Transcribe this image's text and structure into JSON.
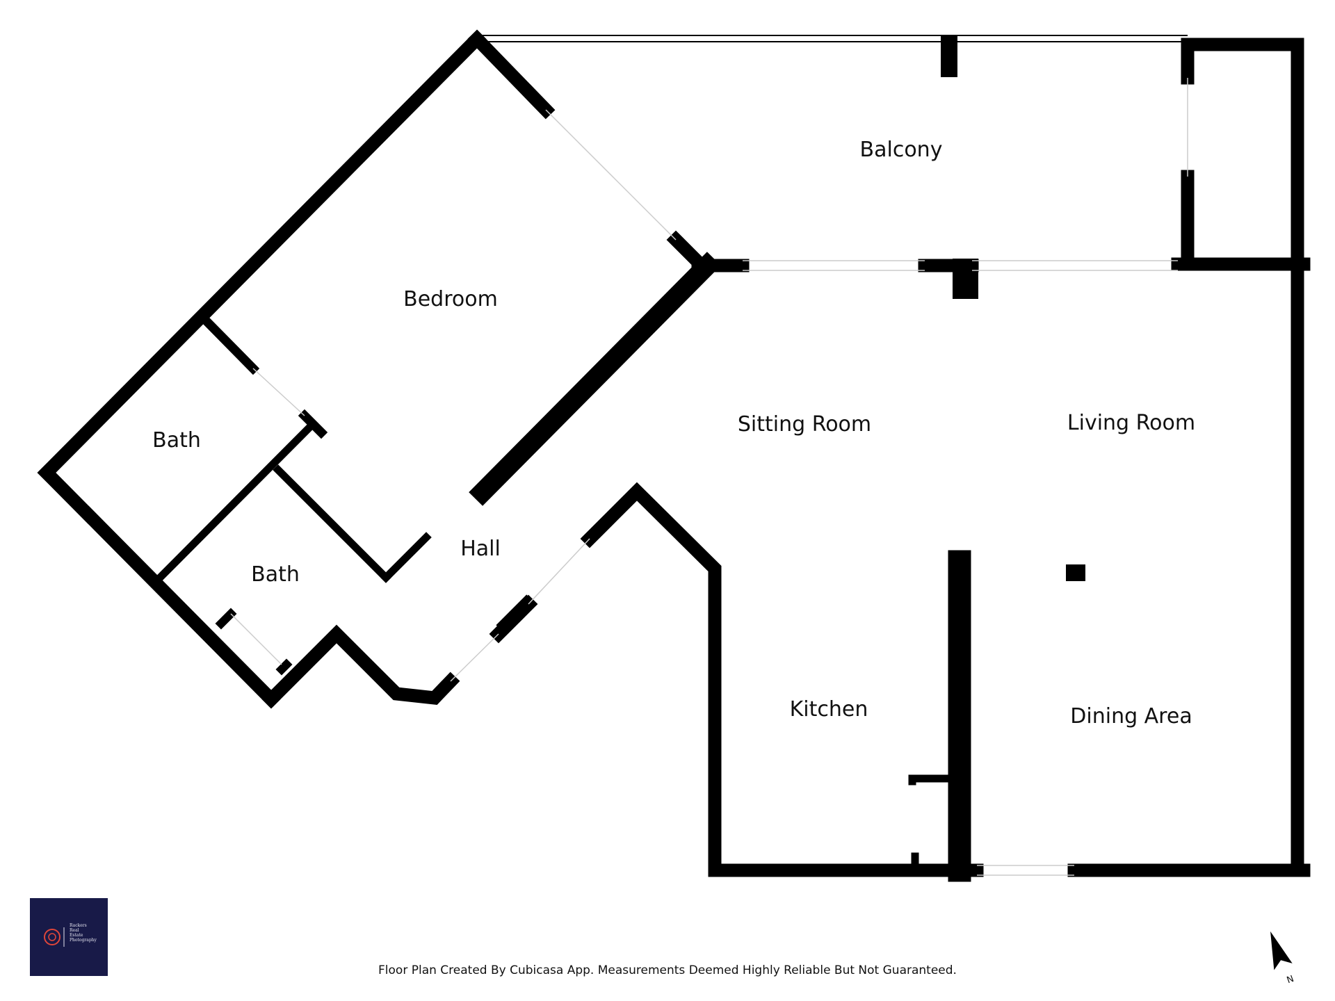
{
  "rooms": {
    "balcony": "Balcony",
    "bedroom": "Bedroom",
    "bath_1": "Bath",
    "bath_2": "Bath",
    "hall": "Hall",
    "sitting_room": "Sitting Room",
    "living_room": "Living Room",
    "kitchen": "Kitchen",
    "dining_area": "Dining Area"
  },
  "footer": {
    "disclaimer": "Floor Plan Created By Cubicasa App. Measurements Deemed Highly Reliable But Not Guaranteed."
  },
  "logo": {
    "text": "Rackers\nReal\nEstate\nPhotography",
    "background_color": "#181a48",
    "accent_color": "#e0463a"
  },
  "compass": {
    "label": "N",
    "icon": "north-arrow-icon"
  },
  "colors": {
    "wall": "#000000",
    "background": "#ffffff"
  }
}
